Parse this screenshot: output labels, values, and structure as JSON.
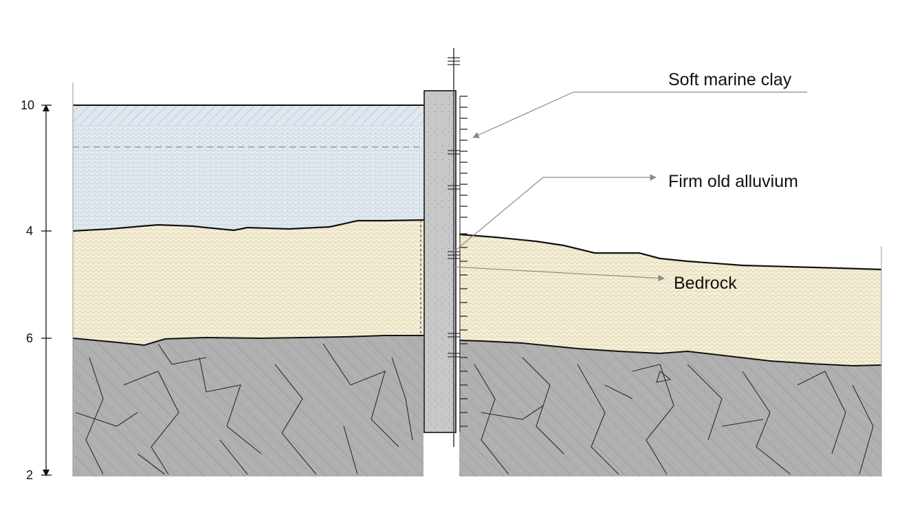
{
  "diagram": {
    "labels": {
      "soft_marine_clay": "Soft marine clay",
      "firm_old_alluvium": "Firm old alluvium",
      "bedrock": "Bedrock"
    },
    "depth_scale": {
      "ticks": [
        "10",
        "4",
        "6",
        "2"
      ]
    },
    "colors": {
      "clay_fill": "#e3ebf2",
      "alluvium_fill": "#f5efd9",
      "bedrock_fill": "#b0b0b0",
      "pile_fill": "#c8c8c8",
      "outline": "#111111",
      "leader": "#8a8a8a"
    }
  }
}
